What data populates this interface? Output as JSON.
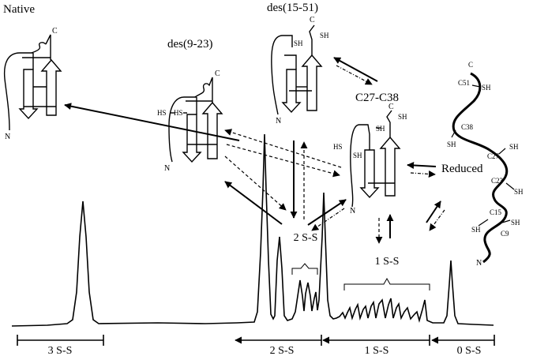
{
  "labels": {
    "native": "Native",
    "des15_51": "des(15-51)",
    "des9_23": "des(9-23)",
    "c27_c38": "C27-C38",
    "reduced": "Reduced",
    "ss2_peak": "2 S-S",
    "ss1_peak": "1 S-S"
  },
  "structure_labels": {
    "c_terminus": "C",
    "n_terminus": "N",
    "sh": "SH",
    "hs": "HS"
  },
  "chain_labels": {
    "c51": "C51",
    "c38": "C38",
    "c27": "C27",
    "c23": "C23",
    "c15": "C15",
    "c9": "C9"
  },
  "axis_segments": [
    {
      "label": "3 S-S"
    },
    {
      "label": "2 S-S"
    },
    {
      "label": "1 S-S"
    },
    {
      "label": "0 S-S"
    }
  ]
}
